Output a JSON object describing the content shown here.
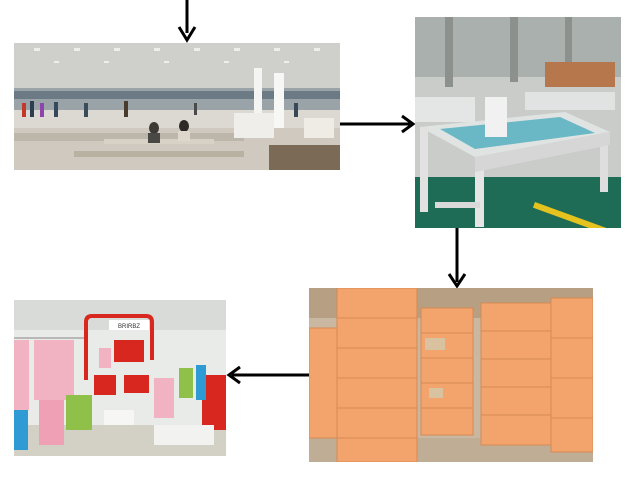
{
  "diagram": {
    "type": "process-flow",
    "colors": {
      "arrow": "#000000",
      "factory_floor": "#d9d6cf",
      "machine_frame": "#e6e6e6",
      "bale_orange": "#f3a36c",
      "store_rack": "#d8271f"
    },
    "steps": [
      {
        "name": "garment-factory-photo"
      },
      {
        "name": "cutting-machine-photo"
      },
      {
        "name": "clothing-bales-photo"
      },
      {
        "name": "clothing-store-photo"
      }
    ],
    "store_sign_text": "BRIRBZ"
  }
}
